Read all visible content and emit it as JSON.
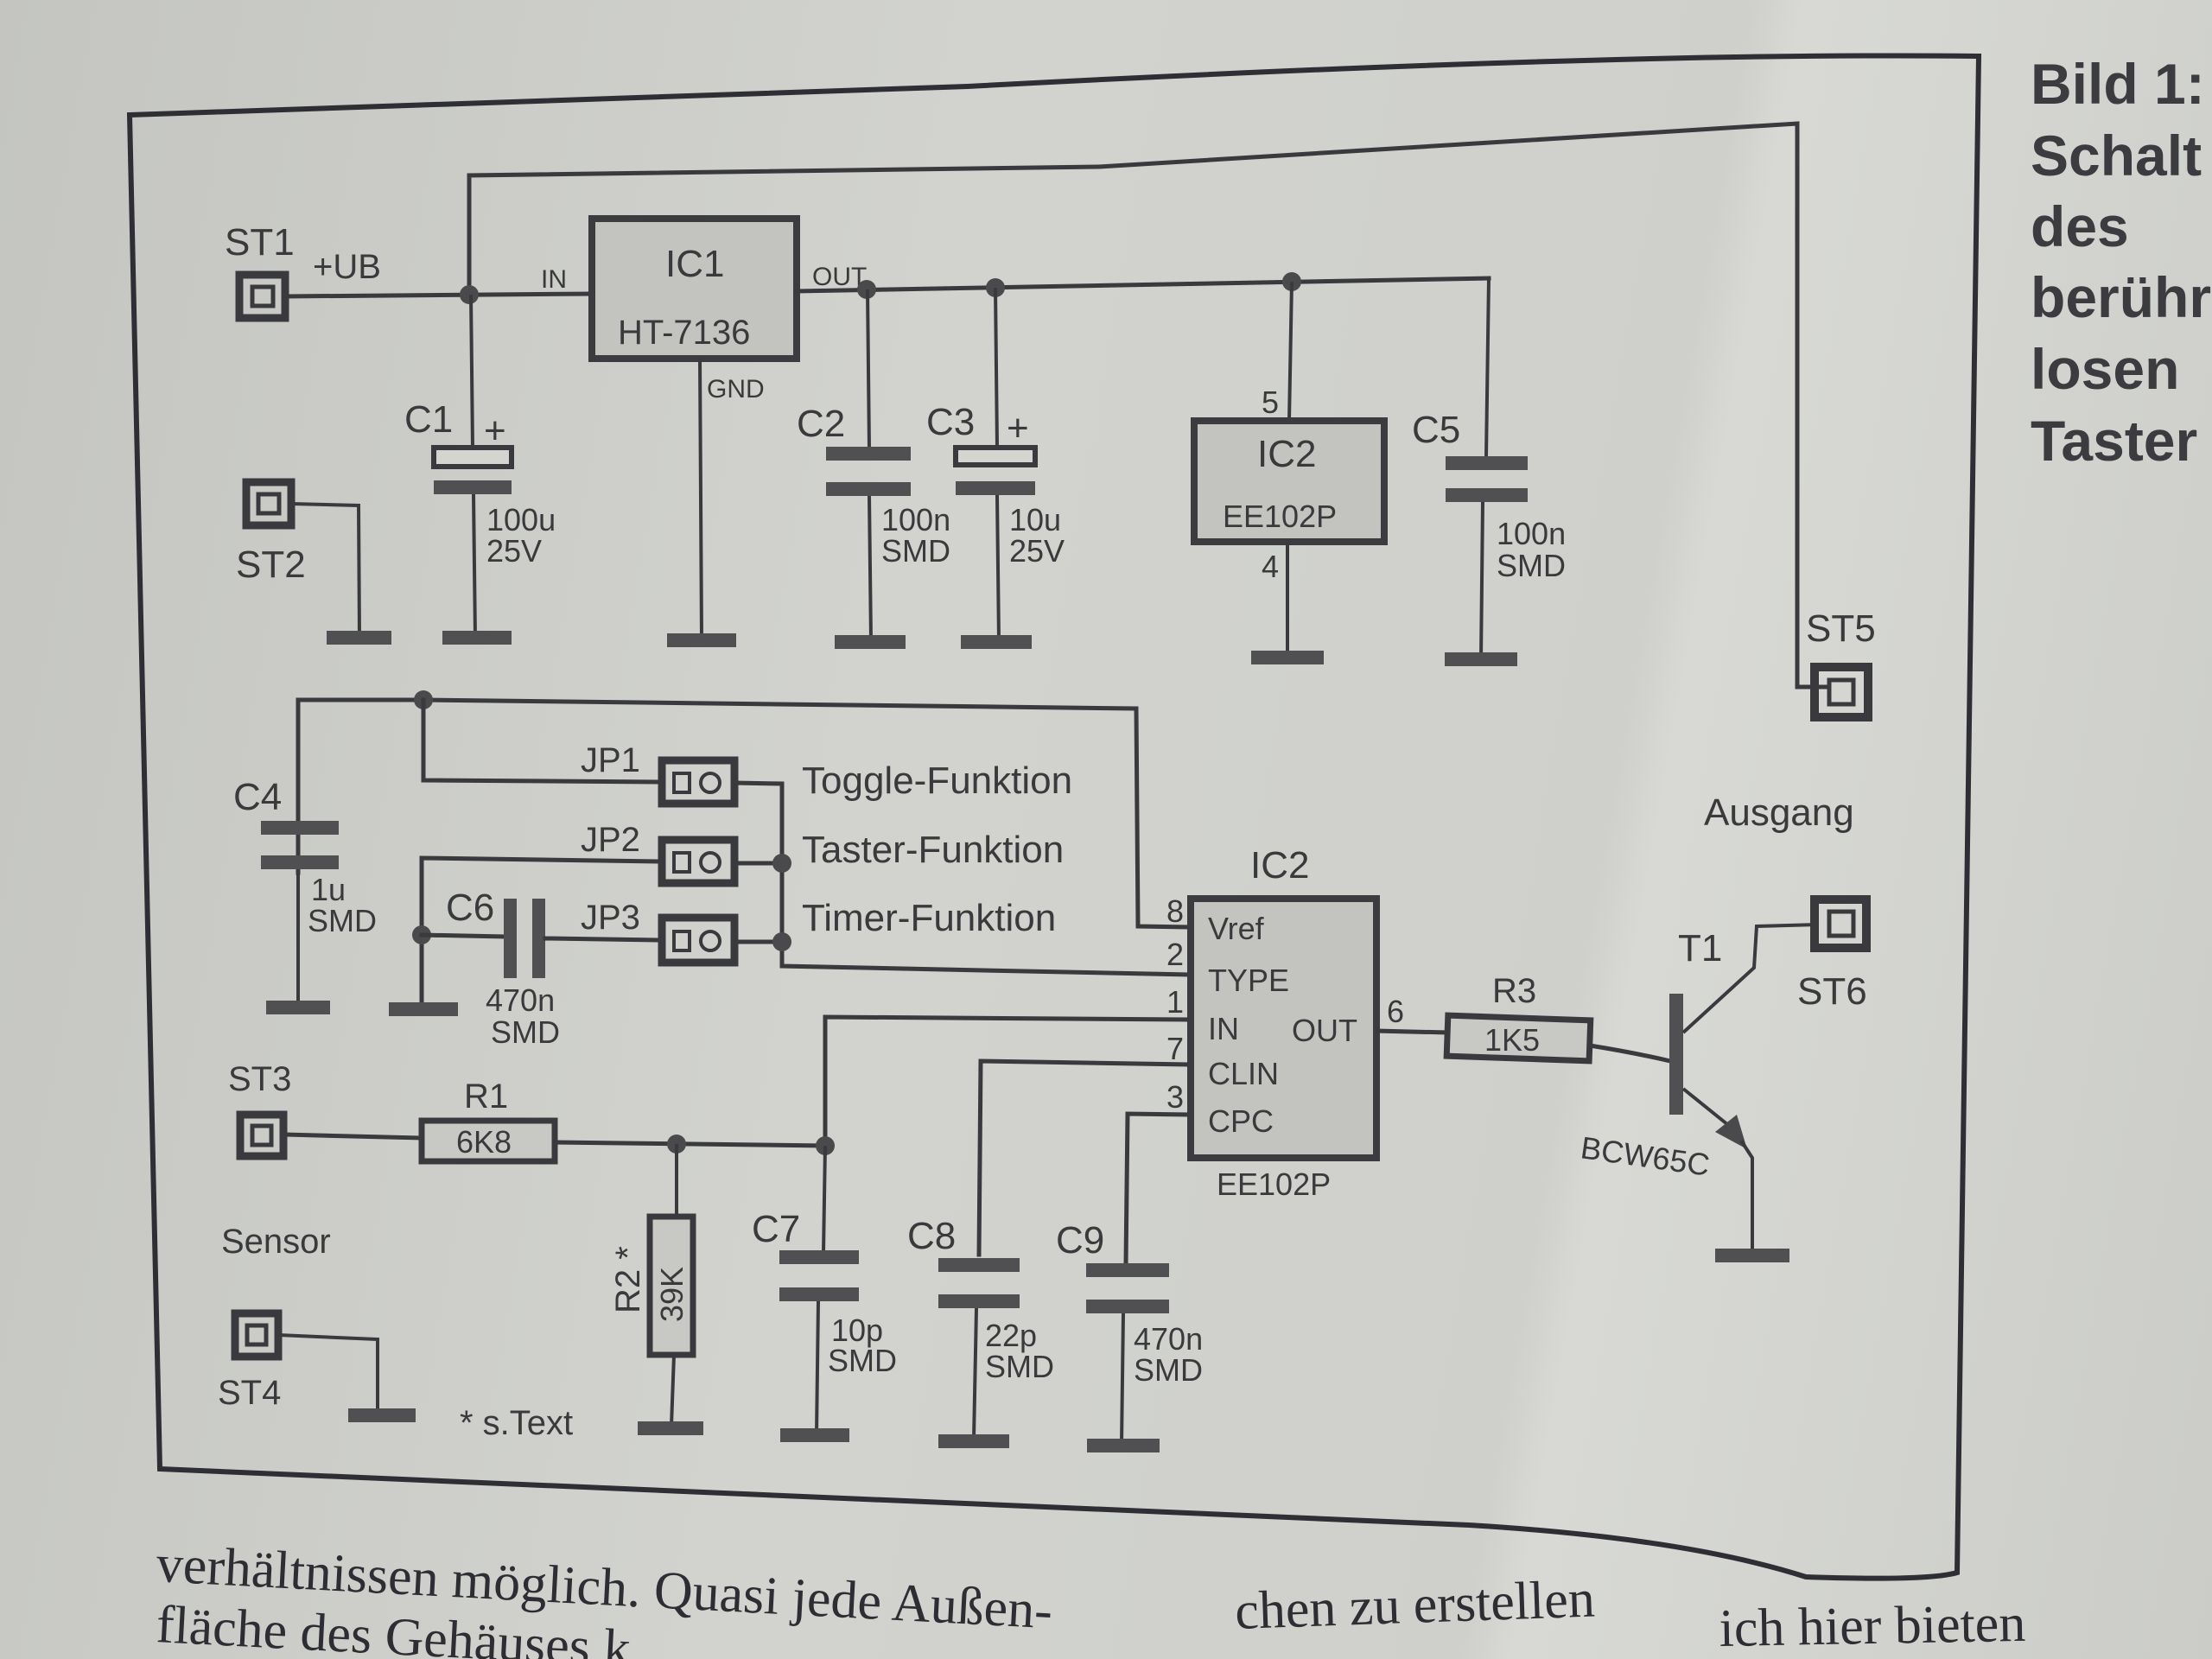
{
  "caption": {
    "lines": [
      "Bild 1:",
      "Schalt",
      "des",
      "berühr",
      "losen",
      "Taster"
    ]
  },
  "connectors": {
    "st1": "ST1",
    "st2": "ST2",
    "st3": "ST3",
    "st4": "ST4",
    "st5": "ST5",
    "st6": "ST6",
    "ub": "+UB",
    "sensor": "Sensor",
    "ausgang": "Ausgang"
  },
  "ic1": {
    "name": "IC1",
    "part": "HT-7136",
    "pin_in": "IN",
    "pin_out": "OUT",
    "pin_gnd": "GND"
  },
  "ic2_top": {
    "name": "IC2",
    "part": "EE102P",
    "pin5": "5",
    "pin4": "4"
  },
  "ic2_main": {
    "name": "IC2",
    "part": "EE102P",
    "pins": [
      {
        "num": "8",
        "label": "Vref"
      },
      {
        "num": "2",
        "label": "TYPE"
      },
      {
        "num": "1",
        "label": "IN"
      },
      {
        "num": "7",
        "label": "CLIN"
      },
      {
        "num": "3",
        "label": "CPC"
      }
    ],
    "out_num": "6",
    "out_label": "OUT"
  },
  "capacitors": {
    "c1": {
      "name": "C1",
      "value": "100u",
      "rating": "25V",
      "polarity": "+"
    },
    "c2": {
      "name": "C2",
      "value": "100n",
      "rating": "SMD"
    },
    "c3": {
      "name": "C3",
      "value": "10u",
      "rating": "25V",
      "polarity": "+"
    },
    "c4": {
      "name": "C4",
      "value": "1u",
      "rating": "SMD"
    },
    "c5": {
      "name": "C5",
      "value": "100n",
      "rating": "SMD"
    },
    "c6": {
      "name": "C6",
      "value": "470n",
      "rating": "SMD"
    },
    "c7": {
      "name": "C7",
      "value": "10p",
      "rating": "SMD"
    },
    "c8": {
      "name": "C8",
      "value": "22p",
      "rating": "SMD"
    },
    "c9": {
      "name": "C9",
      "value": "470n",
      "rating": "SMD"
    }
  },
  "resistors": {
    "r1": {
      "name": "R1",
      "value": "6K8"
    },
    "r2": {
      "name": "R2 *",
      "value": "39K"
    },
    "r3": {
      "name": "R3",
      "value": "1K5"
    }
  },
  "jumpers": [
    {
      "name": "JP1",
      "function": "Toggle-Funktion"
    },
    {
      "name": "JP2",
      "function": "Taster-Funktion"
    },
    {
      "name": "JP3",
      "function": "Timer-Funktion"
    }
  ],
  "transistor": {
    "name": "T1",
    "part": "BCW65C"
  },
  "footnote": "* s.Text",
  "body_text": {
    "col1_line1": "verhältnissen möglich. Quasi jede Außen-",
    "col1_line2": "fläche des Gehäuses k",
    "col2_line1": "chen  zu erstellen",
    "col2_line2": "ich hier bieten"
  }
}
